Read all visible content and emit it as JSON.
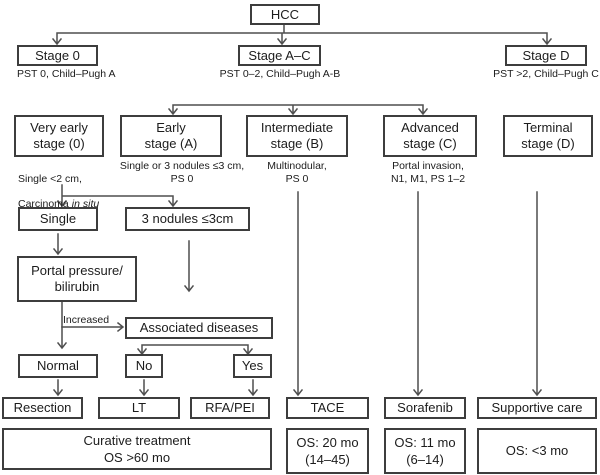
{
  "colors": {
    "background": "#ffffff",
    "line": "#4f4f4f",
    "border": "#3d3d3d",
    "text": "#1c1c1c"
  },
  "nodes": {
    "hcc": "HCC",
    "stage0": "Stage 0",
    "stageAC": "Stage A–C",
    "stageD": "Stage D",
    "veryEarly": "Very early\nstage (0)",
    "early": "Early\nstage (A)",
    "intermediate": "Intermediate\nstage (B)",
    "advanced": "Advanced\nstage (C)",
    "terminal": "Terminal\nstage (D)",
    "single": "Single",
    "threeNodules": "3 nodules ≤3cm",
    "portal": "Portal pressure/\nbilirubin",
    "associated": "Associated diseases",
    "normal": "Normal",
    "no": "No",
    "yes": "Yes",
    "resection": "Resection",
    "lt": "LT",
    "rfaPei": "RFA/PEI",
    "tace": "TACE",
    "sorafenib": "Sorafenib",
    "supportive": "Supportive care",
    "curative": "Curative treatment\nOS >60 mo",
    "osTace": "OS: 20 mo\n(14–45)",
    "osSorafenib": "OS: 11 mo\n(6–14)",
    "osSupportive": "OS: <3 mo"
  },
  "captions": {
    "stage0": "PST 0, Child–Pugh A",
    "stageAC": "PST 0–2, Child–Pugh A-B",
    "stageD": "PST >2, Child–Pugh C",
    "veryEarlyLine1": "Single <2 cm,",
    "veryEarlyLine2Prefix": "Carcinoma",
    "veryEarlyLine2Italic": "in situ",
    "early": "Single or 3 nodules ≤3 cm,\nPS 0",
    "intermediate": "Multinodular,\nPS 0",
    "advanced": "Portal invasion,\nN1, M1, PS 1–2"
  },
  "edgeLabels": {
    "increased": "Increased"
  }
}
